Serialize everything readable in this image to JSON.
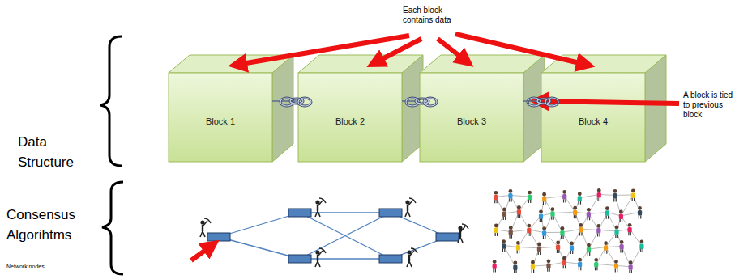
{
  "diagram": {
    "nodes": [
      {
        "text": [
          "Block 1"
        ]
      },
      {
        "text": [
          "Block 2"
        ]
      },
      {
        "text": [
          "Block 3"
        ]
      },
      {
        "text": [
          "Block 4"
        ]
      }
    ],
    "edges": [
      {
        "from": 0,
        "to": 1,
        "arrow": "none"
      },
      {
        "from": 1,
        "to": 2,
        "arrow": "none"
      },
      {
        "from": 2,
        "to": 3,
        "arrow": "none"
      }
    ],
    "labels": [
      "Each block contains data",
      "A block is tied to previous block",
      "Data Structure",
      "Consensus Algorihtms",
      "Network nodes"
    ]
  }
}
